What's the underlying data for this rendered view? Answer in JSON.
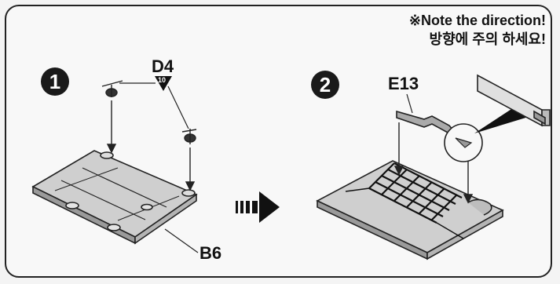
{
  "step1": {
    "number": "1",
    "part_top": "D4",
    "part_top_count": "10",
    "part_bottom": "B6"
  },
  "step2": {
    "number": "2",
    "part": "E13"
  },
  "note": {
    "line1": "※Note the direction!",
    "line2": "방향에 주의 하세요!"
  },
  "icons": {
    "arrow": "next-step-arrow-icon"
  }
}
